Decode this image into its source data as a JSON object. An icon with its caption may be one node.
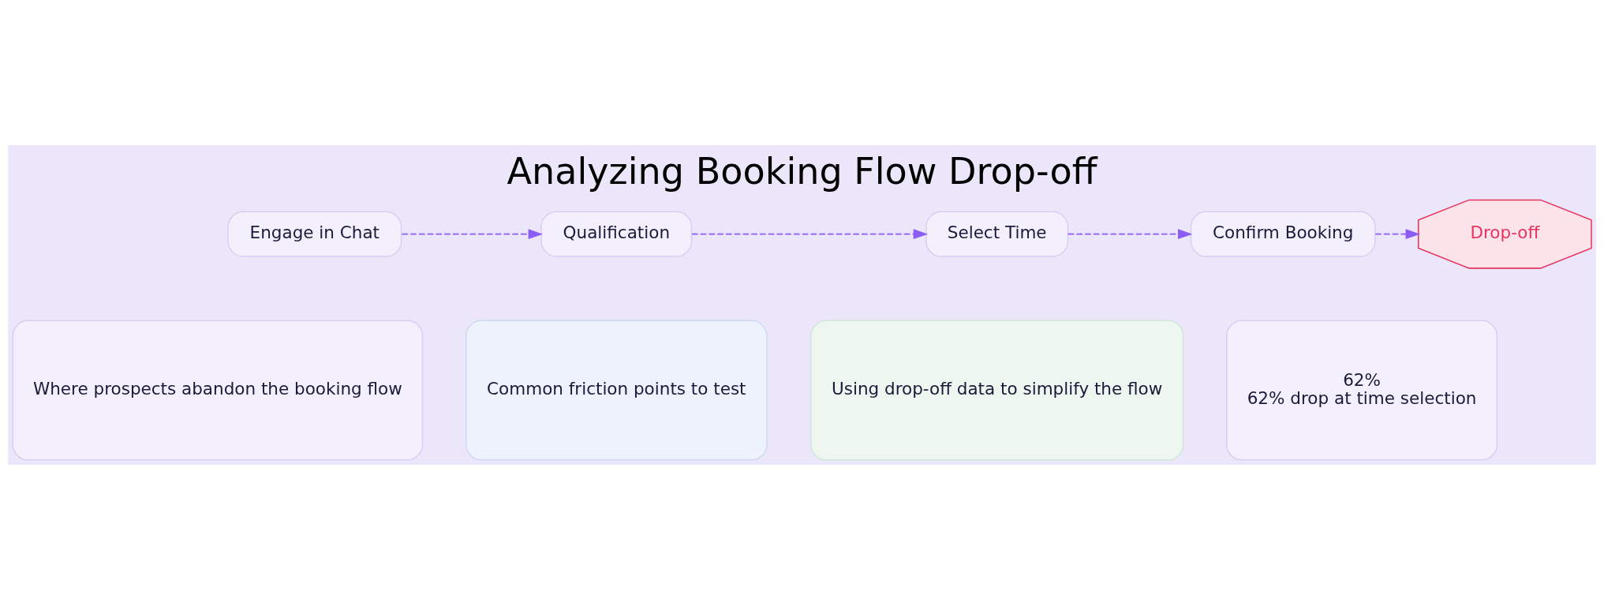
{
  "diagram": {
    "title": "Analyzing Booking Flow Drop-off",
    "nodes": [
      {
        "text": [
          "Engage in Chat"
        ]
      },
      {
        "text": [
          "Qualification"
        ]
      },
      {
        "text": [
          "Select Time"
        ]
      },
      {
        "text": [
          "Confirm Booking"
        ]
      },
      {
        "text": [
          "Drop-off"
        ]
      },
      {
        "text": [
          "Where prospects abandon the booking flow"
        ]
      },
      {
        "text": [
          "Common friction points to test"
        ]
      },
      {
        "text": [
          "Using drop-off data to simplify the flow"
        ]
      },
      {
        "text": [
          "62%",
          "62% drop at time selection"
        ]
      }
    ],
    "edges": [
      {
        "from": 0,
        "to": 1,
        "arrow": "to",
        "style": "dashed"
      },
      {
        "from": 1,
        "to": 2,
        "arrow": "to",
        "style": "dashed"
      },
      {
        "from": 2,
        "to": 3,
        "arrow": "to",
        "style": "dashed"
      },
      {
        "from": 3,
        "to": 4,
        "arrow": "to",
        "style": "dashed"
      }
    ]
  }
}
